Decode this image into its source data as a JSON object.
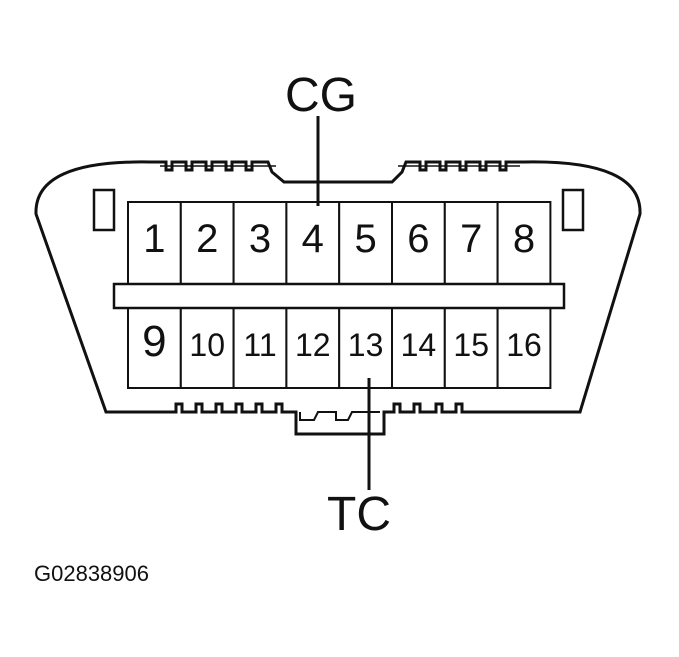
{
  "callouts": {
    "top": "CG",
    "bottom": "TC"
  },
  "pins": {
    "top_row": [
      "1",
      "2",
      "3",
      "4",
      "5",
      "6",
      "7",
      "8"
    ],
    "bottom_row": [
      "9",
      "10",
      "11",
      "12",
      "13",
      "14",
      "15",
      "16"
    ],
    "top_callout_pin": "4",
    "bottom_callout_pin": "13"
  },
  "figure_id": "G02838906"
}
